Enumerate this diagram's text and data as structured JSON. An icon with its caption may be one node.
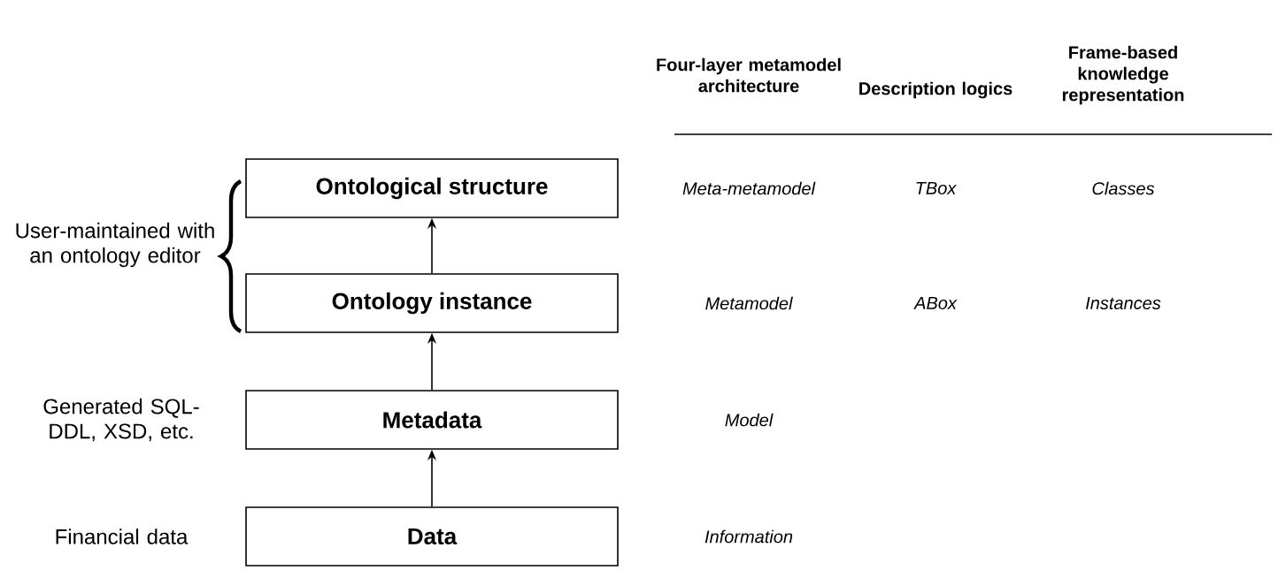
{
  "diagram": {
    "nodes": [
      {
        "text": [
          "Ontological structure"
        ]
      },
      {
        "text": [
          "Ontology instance"
        ]
      },
      {
        "text": [
          "Metadata"
        ]
      },
      {
        "text": [
          "Data"
        ]
      }
    ],
    "edges": [
      {
        "from": 1,
        "to": 0,
        "arrow": "to"
      },
      {
        "from": 2,
        "to": 1,
        "arrow": "to"
      },
      {
        "from": 3,
        "to": 2,
        "arrow": "to"
      }
    ],
    "labels": [
      "Four-layer metamodel architecture",
      "Description logics",
      "Frame-based knowledge representation",
      "User-maintained with an ontology editor",
      "Meta-metamodel",
      "TBox",
      "Classes",
      "Metamodel",
      "ABox",
      "Instances",
      "Generated SQL-DDL, XSD, etc.",
      "Model",
      "Financial data",
      "Information"
    ]
  }
}
